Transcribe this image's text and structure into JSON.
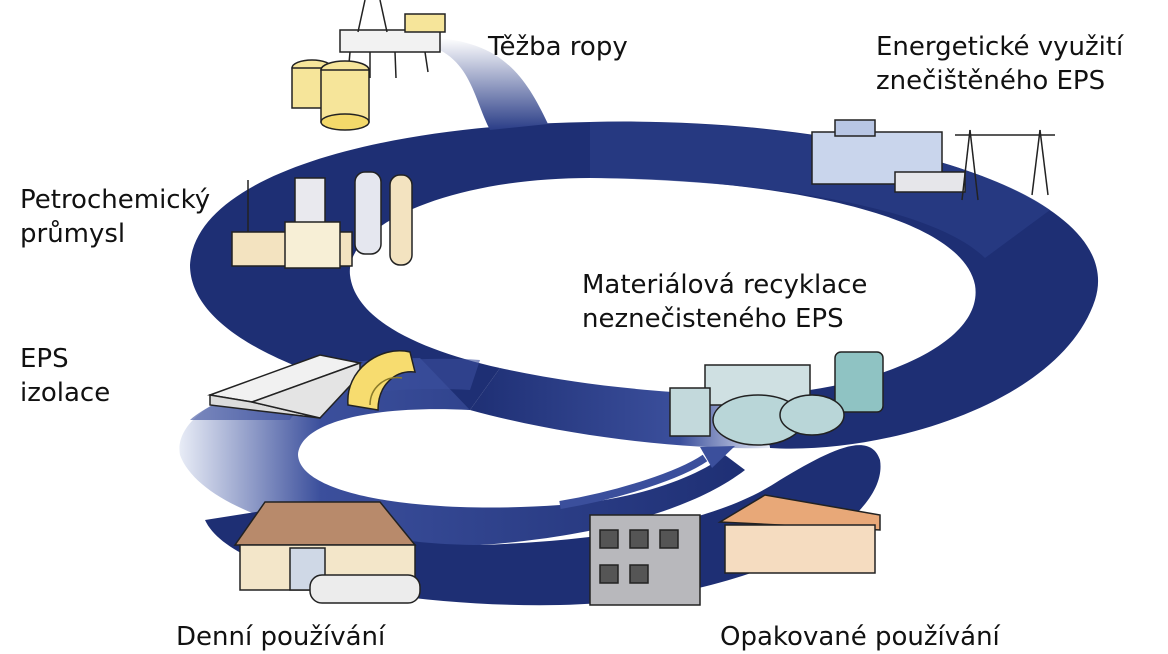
{
  "title": "",
  "labels": {
    "oil_extraction": [
      "Těžba ropy"
    ],
    "energy_recovery": [
      "Energetické využití",
      "znečištěného EPS"
    ],
    "petrochemical": [
      "Petrochemický",
      "průmysl"
    ],
    "material_recycling": [
      "Materiálová recyklace",
      "neznečisteného EPS"
    ],
    "eps_insulation": [
      "EPS",
      "izolace"
    ],
    "daily_use": [
      "Denní používání"
    ],
    "repeated_use": [
      "Opakované používání"
    ]
  },
  "colors": {
    "ribbon_dark": "#1e2f74",
    "ribbon_mid": "#3b4f9c",
    "ribbon_light": "#e8ecf6",
    "text": "#111111"
  }
}
